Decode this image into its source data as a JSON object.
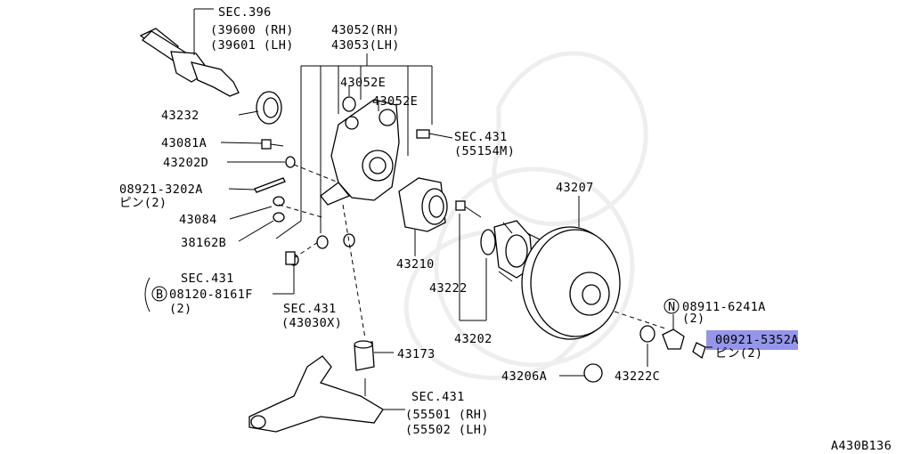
{
  "labels": {
    "sec396": "SEC.396",
    "rh39600": "(39600 (RH)",
    "lh39601": "(39601 (LH)",
    "p43052": "43052(RH)",
    "p43053": "43053(LH)",
    "p43052e_a": "43052E",
    "p43052e_b": "43052E",
    "p43232": "43232",
    "p43081a": "43081A",
    "p43202d": "43202D",
    "p08921_3202a": "08921-3202A",
    "pin2_a": "ピン(2)",
    "p43084": "43084",
    "p38162b": "38162B",
    "sec431_a": "SEC.431",
    "p55154m": "(55154M)",
    "p43207": "43207",
    "p43210": "43210",
    "p43222": "43222",
    "p43202": "43202",
    "sec431_b": "SEC.431",
    "b_circle": "B",
    "p08120": "08120-8161F",
    "qty2_b": "(2)",
    "sec431_c": "SEC.431",
    "p43030x": "(43030X)",
    "n_circle": "N",
    "p08911": "08911-6241A",
    "qty2_n": "(2)",
    "p00921": "00921-5352A",
    "pin2_b": "ピン(2)",
    "p43173": "43173",
    "p43206a": "43206A",
    "p43222c": "43222C",
    "sec431_d": "SEC.431",
    "p55501": "(55501 (RH)",
    "p55502": "(55502 (LH)",
    "figure_code": "A430B136"
  },
  "highlight_color": "#8a8ae8"
}
